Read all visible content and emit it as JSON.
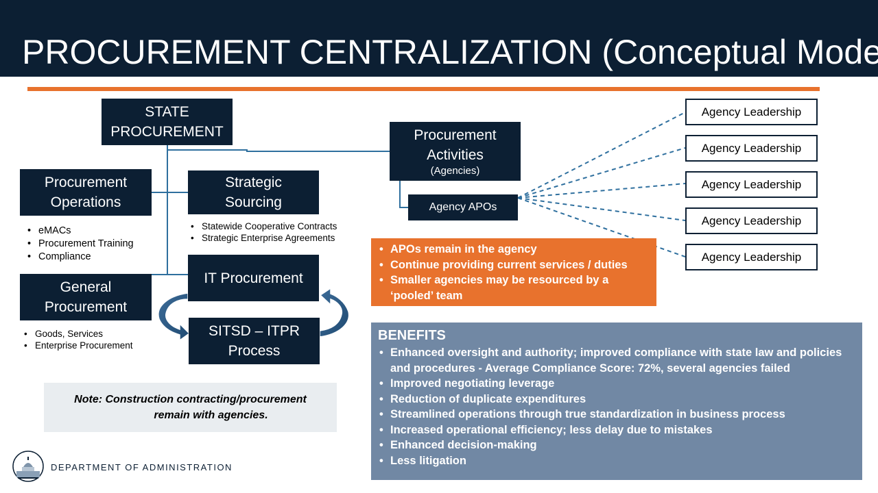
{
  "title": "PROCUREMENT CENTRALIZATION (Conceptual Model)",
  "state_procurement": [
    "STATE",
    "PROCUREMENT"
  ],
  "procurement_operations": {
    "label": [
      "Procurement",
      "Operations"
    ],
    "bullets": [
      "eMACs",
      "Procurement Training",
      "Compliance"
    ]
  },
  "strategic_sourcing": {
    "label": [
      "Strategic",
      "Sourcing"
    ],
    "bullets": [
      "Statewide Cooperative Contracts",
      "Strategic Enterprise Agreements"
    ]
  },
  "general_procurement": {
    "label": [
      "General",
      "Procurement"
    ],
    "bullets": [
      "Goods, Services",
      "Enterprise Procurement"
    ]
  },
  "it_procurement": "IT Procurement",
  "sitsd": [
    "SITSD – ITPR",
    "Process"
  ],
  "procurement_activities": {
    "label": [
      "Procurement",
      "Activities"
    ],
    "sub": "(Agencies)"
  },
  "agency_apos": "Agency APOs",
  "agency_leadership": [
    "Agency Leadership",
    "Agency Leadership",
    "Agency Leadership",
    "Agency Leadership",
    "Agency Leadership"
  ],
  "apo_notes": [
    "APOs remain in the agency",
    "Continue providing current services / duties",
    "Smaller agencies may be resourced by a ‘pooled’ team"
  ],
  "benefits": {
    "heading": "BENEFITS",
    "items": [
      "Enhanced oversight and authority; improved compliance with state law and policies and procedures - Average Compliance Score: 72%, several agencies failed",
      "Improved negotiating leverage",
      "Reduction of duplicate expenditures",
      "Streamlined operations through true standardization in business process",
      "Increased operational efficiency; less delay due to mistakes",
      "Enhanced decision-making",
      "Less litigation"
    ]
  },
  "note": [
    "Note: Construction contracting/procurement",
    "remain with agencies."
  ],
  "department": "DEPARTMENT OF ADMINISTRATION",
  "colors": {
    "navy": "#0c1f33",
    "orange": "#e8722d",
    "benefits_bg": "#7188a4",
    "connector": "#2e6f9e",
    "note_bg": "#e9edf0"
  }
}
